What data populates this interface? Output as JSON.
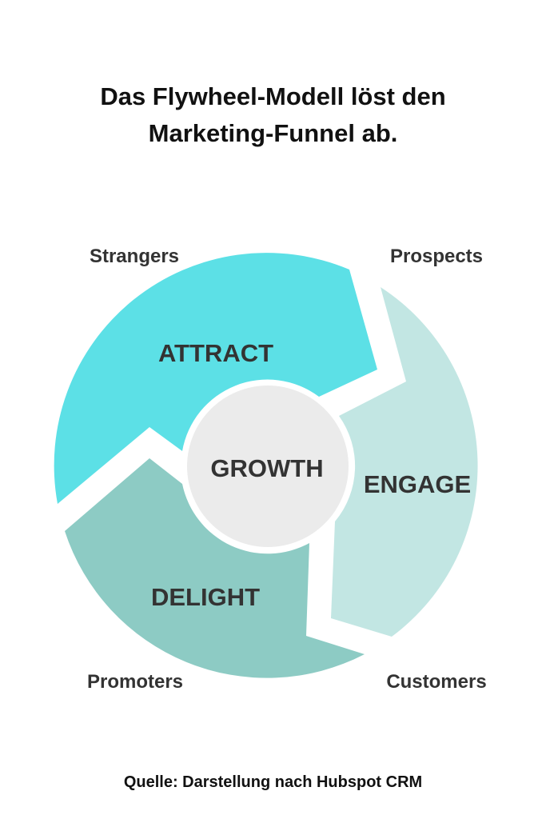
{
  "title": {
    "line1": "Das Flywheel-Modell löst den",
    "line2": "Marketing-Funnel ab."
  },
  "flywheel": {
    "center": "GROWTH",
    "segments": [
      {
        "label": "ATTRACT",
        "color": "#5CE0E6"
      },
      {
        "label": "ENGAGE",
        "color": "#C2E6E3"
      },
      {
        "label": "DELIGHT",
        "color": "#8DCBC4"
      }
    ],
    "center_color": "#EBEBEB",
    "corner_labels": {
      "top_left": "Strangers",
      "top_right": "Prospects",
      "bottom_left": "Promoters",
      "bottom_right": "Customers"
    }
  },
  "footer": "Quelle: Darstellung nach Hubspot CRM"
}
